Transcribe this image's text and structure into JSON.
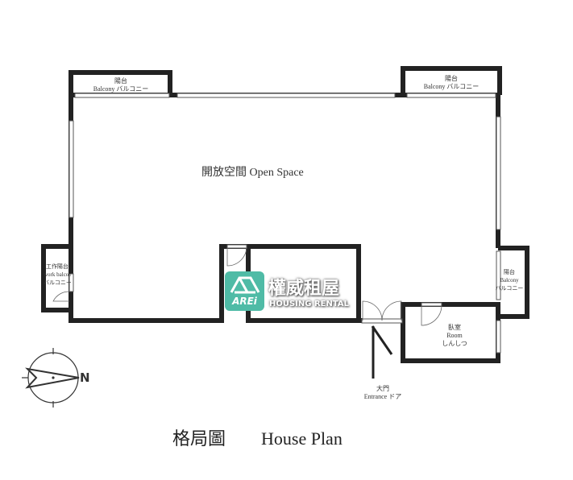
{
  "rooms": {
    "open_space": "開放空間 Open Space",
    "balcony_left": {
      "zh": "陽台",
      "en": "Balcony バルコニー"
    },
    "balcony_right_top": {
      "zh": "陽台",
      "en": "Balcony バルコニー"
    },
    "balcony_right": {
      "zh": "陽台",
      "en": "Balcony",
      "ja": "バルコニー"
    },
    "work_balcony": {
      "zh": "工作陽台",
      "en": "work balcony",
      "ja": "バルコニー"
    },
    "bedroom": {
      "zh": "臥室",
      "en": "Room",
      "ja": "しんしつ"
    },
    "entrance": {
      "zh": "大門",
      "en": "Entrance ドア"
    }
  },
  "compass": {
    "label": "N"
  },
  "title": "格局圖　　House Plan",
  "watermark": {
    "brand_zh": "權威租屋",
    "brand_en": "HOUSING RENTAL",
    "logo_text": "AREi",
    "color": "#4fbba6"
  }
}
